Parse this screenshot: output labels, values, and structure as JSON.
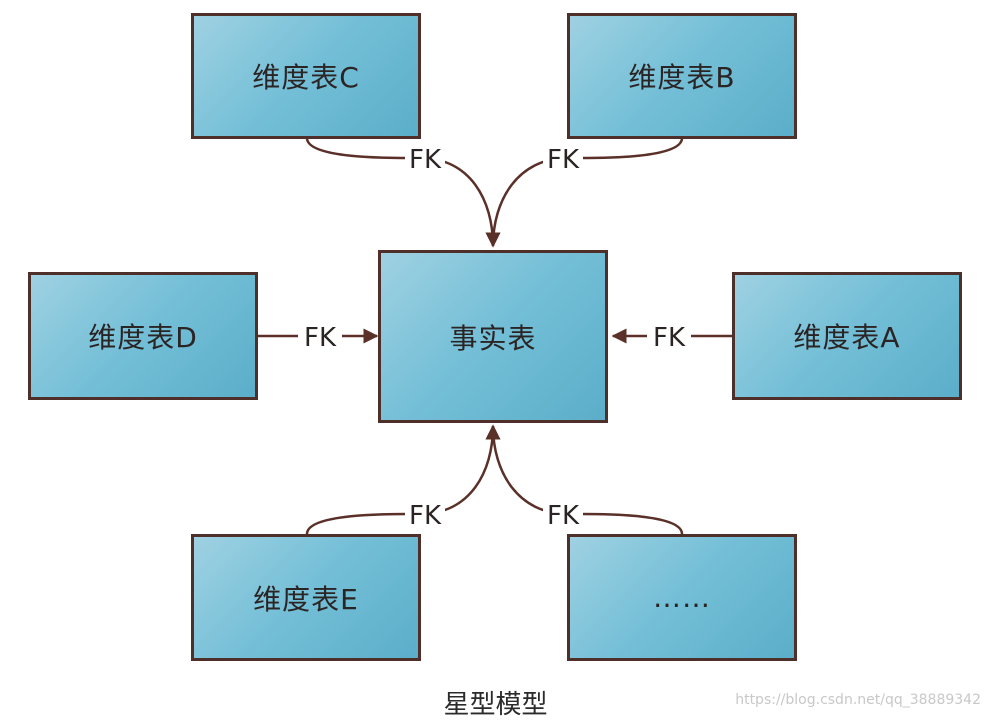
{
  "diagram": {
    "center": {
      "label": "事实表"
    },
    "dimensions": [
      {
        "id": "c",
        "label": "维度表C"
      },
      {
        "id": "b",
        "label": "维度表B"
      },
      {
        "id": "d",
        "label": "维度表D"
      },
      {
        "id": "a",
        "label": "维度表A"
      },
      {
        "id": "e",
        "label": "维度表E"
      },
      {
        "id": "more",
        "label": "……"
      }
    ],
    "edge_label": "FK",
    "caption": "星型模型",
    "watermark": "https://blog.csdn.net/qq_38889342"
  },
  "colors": {
    "node_fill": "#74bfd7",
    "border": "#4f2f2a",
    "edge": "#5a3029",
    "text": "#2b2424"
  }
}
